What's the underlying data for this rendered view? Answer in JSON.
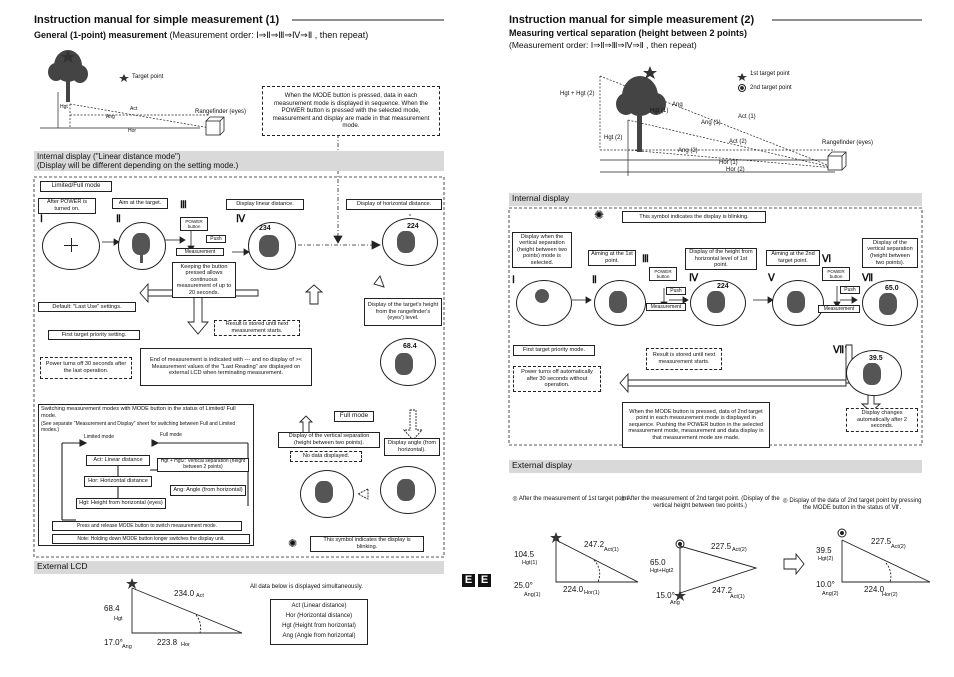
{
  "left": {
    "title": "Instruction manual for simple measurement (1)",
    "subtitle_bold": "General (1-point) measurement",
    "subtitle_rest": "(Measurement order: Ⅰ⇒Ⅱ⇒Ⅲ⇒Ⅳ⇒Ⅱ , then repeat)",
    "diagram": {
      "target_point": "Target point",
      "rangefinder": "Rangefinder (eyes)",
      "hgt": "Hgt",
      "act": "Act",
      "ang": "Ang",
      "hor": "Hor"
    },
    "mode_note": "When the MODE button is pressed, data in each measurement mode is displayed in sequence. When the POWER button is pressed with the selected mode, measurement and display are made in that measurement mode.",
    "internal_display": "Internal display (\"Linear distance mode\")",
    "internal_display_2": "(Display will be different depending on the setting mode.)",
    "limited_full_mode": "Limited/Full mode",
    "after_power": "After POWER is turned on.",
    "aim_target": "Aim at the target.",
    "display_linear": "Display linear distance.",
    "display_horizontal": "Display of horizontal distance.",
    "roman": [
      "Ⅰ",
      "Ⅱ",
      "Ⅲ",
      "Ⅳ"
    ],
    "power_button": "POWER button",
    "push": "Push",
    "measurement": "Measurement",
    "keeping_pressed": "Keeping the button pressed allows continuous measurement of up to 20 seconds.",
    "target_height": "Display of the target's height from the rangefinder's (eyes') level.",
    "default_last_use": "Default: \"Last Use\" settings.",
    "result_stored": "Result is stored until next measurement starts.",
    "first_target": "First target priority setting.",
    "power_off": "Power turns off 30 seconds after the last operation.",
    "end_measurement": "End of measurement is indicated with --- and no display of >< Measurement values of the \"Last Reading\" are displayed on external LCD when terminating measurement.",
    "switching": "Switching measurement modes with MODE button in the status of Limited/ Full mode.",
    "switching_note": "(See separate \"Measurement and Display\" sheet for switching between Full and Limited modes.)",
    "limited_mode": "Limited mode",
    "full_mode_label": "Full mode",
    "act_linear": "Act: Linear distance",
    "hgt_vertical": "Hgt + Hgt2: Vertical separation (height between 2 points)",
    "hor_horizontal": "Hor: Horizontal distance",
    "ang_angle": "Ang: Angle (from horizontal)",
    "hgt_height": "Hgt: Height from horizontal (eyes)",
    "press_release": "Press and release MODE button to switch measurement mode.",
    "holding_note": "Note: Holding down MODE button longer switches the display unit.",
    "full_mode": "Full mode",
    "display_vertical": "Display of the vertical separation (height between two points).",
    "display_angle": "Display angle (from horizontal).",
    "no_data": "No data displayed.",
    "blinking": "This symbol indicates the display is blinking.",
    "external_lcd": "External LCD",
    "all_data": "All data below is displayed simultaneously.",
    "lcd_values": {
      "act": "234.0",
      "act_label": "Act",
      "hgt": "68.4",
      "hgt_label": "Hgt",
      "ang": "17.0°",
      "ang_label": "Ang",
      "hor": "223.8",
      "hor_label": "Hor"
    },
    "lcd_legend": [
      "Act (Linear distance)",
      "Hor (Horizontal distance)",
      "Hgt (Height from horizontal)",
      "Ang (Angle from horizontal)"
    ],
    "readouts": {
      "r4": "234",
      "r5": "224",
      "r6": "68.4"
    }
  },
  "badge": [
    "E",
    "E"
  ],
  "right": {
    "title": "Instruction manual for simple measurement (2)",
    "subtitle_bold": "Measuring vertical separation (height between 2 points)",
    "subtitle_rest": "(Measurement order: Ⅰ⇒Ⅱ⇒Ⅲ⇒Ⅳ⇒Ⅱ , then repeat)",
    "diagram": {
      "first_target": "1st target point",
      "second_target": "2nd target point",
      "hgt_hgt2": "Hgt + Hgt (2)",
      "hgt1": "Hgt (1)",
      "hgt2": "Hgt (2)",
      "ang": "Ang",
      "ang1": "Ang (1)",
      "ang2": "Ang (2)",
      "act1": "Act (1)",
      "act2": "Act (2)",
      "hor1": "Hor (1)",
      "hor2": "Hor (2)",
      "rangefinder": "Rangefinder (eyes)"
    },
    "internal_display": "Internal display",
    "blinking": "This symbol indicates the display is blinking.",
    "display_when": "Display when the vertical separation (height between two points) mode is selected.",
    "aim_1st": "Aiming at the 1st point.",
    "display_height_1st": "Display of the height from horizontal level of 1st point.",
    "aim_2nd": "Aiming at the 2nd target point.",
    "display_vertical": "Display of the vertical separation (height between two points).",
    "roman": [
      "Ⅰ",
      "Ⅱ",
      "Ⅲ",
      "Ⅳ",
      "Ⅴ",
      "Ⅵ",
      "Ⅶ",
      "Ⅶ'"
    ],
    "power_button": "POWER button",
    "push": "Push",
    "measurement": "Measurement",
    "first_target": "First target priority mode.",
    "result_stored": "Result is stored until next measurement starts.",
    "power_off": "Power turns off automatically after 30 seconds without operation.",
    "mode_note": "When the MODE button is pressed, data of 2nd target point in each measurement mode is displayed in sequence. Pushing the POWER button in the selected measurement mode, measurement and data display in that measurement mode are made.",
    "display_changes": "Display changes automatically after 2 seconds.",
    "external_display": "External display",
    "ext_1": "After the measurement of 1st target point.",
    "ext_2": "After the measurement of 2nd target point. (Display of the vertical height between two points.)",
    "ext_3": "Display of the data of 2nd target point by pressing the MODE button in the status of Ⅶ'.",
    "tri1": {
      "act": "247.2",
      "act_label": "Act(1)",
      "hgt": "104.5",
      "hgt_label": "Hgt(1)",
      "ang": "25.0°",
      "ang_label": "Ang(1)",
      "hor": "224.0",
      "hor_label": "Hor(1)"
    },
    "tri2": {
      "act2": "227.5",
      "act2_label": "Act(2)",
      "hgt": "65.0",
      "hgt_label": "Hgt+Hgt2",
      "ang": "15.0°",
      "ang_label": "Ang",
      "act1": "247.2",
      "act1_label": "Act(1)"
    },
    "tri3": {
      "act": "227.5",
      "act_label": "Act(2)",
      "hgt": "39.5",
      "hgt_label": "Hgt(2)",
      "ang": "10.0°",
      "ang_label": "Ang(2)",
      "hor": "224.0",
      "hor_label": "Hor(2)"
    },
    "readouts": {
      "r4": "224",
      "r6": "65.0",
      "r7": "39.5"
    }
  }
}
